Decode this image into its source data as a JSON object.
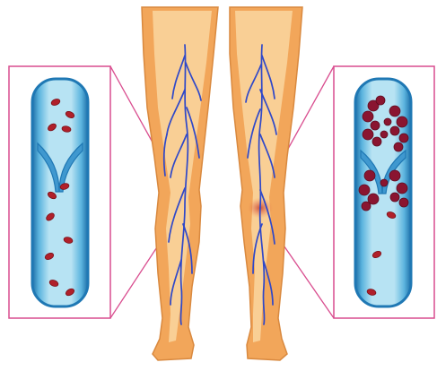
{
  "illustration": {
    "subject": "legs-with-blood-clot",
    "panels": [
      {
        "name": "normal-vein-panel",
        "state": "normal"
      },
      {
        "name": "clotted-vein-panel",
        "state": "thrombus"
      }
    ],
    "colors": {
      "skin": "#f2a65a",
      "skin_light": "#f9cf95",
      "skin_outline": "#d9893f",
      "vein": "#2f48c9",
      "vessel_wall": "#1f78b4",
      "vessel_inner": "#a8dcef",
      "vessel_mid": "#5bb4de",
      "blood_cell": "#b0202a",
      "clot": "#8a1530",
      "callout_line": "#d94d8f",
      "inflammation": "#c0392b"
    }
  }
}
